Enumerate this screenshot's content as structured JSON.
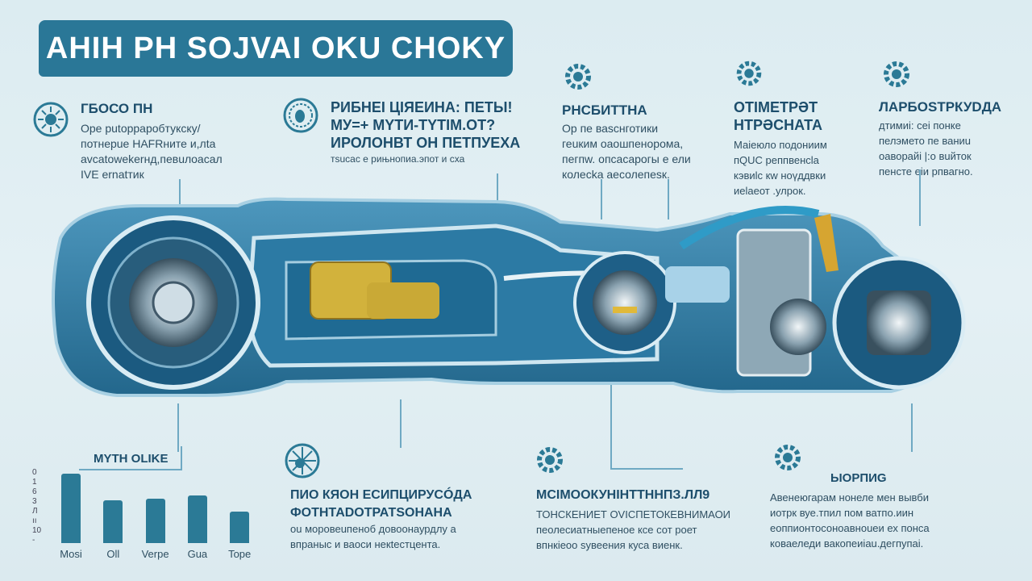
{
  "title": "AHIH PH SOJVAI OKU CHOKY",
  "top_sections": [
    {
      "title": "ГБОСО ПН",
      "lines": [
        "Ope putoppapoбтукску/",
        "потнерue HAFRните и,лtа",
        "avcatowekerнд,певuлoacaл",
        "IVE ernatтик"
      ]
    },
    {
      "title_lines": [
        "РИБНЕI ЦIЯЕИНА: ПЕТЫ!",
        "МУ=+ МYTИ-TYTIM.OT?",
        "ИРОЛОНВТ ОН ПЕТПУЕХА"
      ],
      "small": "тsucac е рињнопиа.эпот и сха"
    },
    {
      "title": "РНСБИТТНА",
      "lines": [
        "Ор пе ваsснготики",
        "геuким оаошпенорома,",
        "пегпw. опсасарогы е ели",
        "колесkа аесолепеsк."
      ]
    },
    {
      "title_lines": [
        "ОТIМЕТРӘТ",
        "НТРӘСНАТА"
      ],
      "lines": [
        "Маіеюло подониим",
        "пQUC реппвенсlа",
        "кэвиlc кw ноүддвки",
        "иеlаеот .улрок."
      ]
    },
    {
      "title": "ЛАРБОSТРКУDДА",
      "lines": [
        "дтимиi: сеi понке",
        "пелэмето пе ваниu",
        "оаворайi |:о вuйток",
        "пенсте еiи рпвагно."
      ]
    }
  ],
  "bottom_sections": [
    {
      "title_lines": [
        "ПИО КЯОН ЕСИПЦИРУСÓДА",
        "ФОТНТАDОТРАТSОНАНА"
      ],
      "lines": [
        "оu моровеuпеноб довоонаурдлу а",
        "впраныс и ваоси некtестцента."
      ]
    },
    {
      "title": "МСІМООКУНІНТТННПЗ.ЛЛ9",
      "lines": [
        "ТОНСКЕНИЕТ ОVІСПЕТОКЕВНИМАОИ",
        "пеолесиатныепеное ксе сот роет",
        "впнкiеоо sувеения куса виенк."
      ]
    },
    {
      "title": "ЫОРПИG",
      "lines": [
        "Авенеюгарам нонеле мен вывби",
        "иотрк вуе.тпил пом ватпо.иин",
        "еоппионтосоноавноuеи ех понса",
        "коваеледи вакопеиiаu.дегпупаi."
      ]
    }
  ],
  "chart_data": {
    "type": "bar",
    "title": "MYTH OLIKE",
    "categories": [
      "Mosi",
      "Oll",
      "Verpe",
      "Gua",
      "Tope"
    ],
    "values": [
      100,
      62,
      64,
      69,
      45
    ],
    "y_tick_labels": [
      "0",
      "1",
      "6",
      "3",
      "Л",
      "ıı",
      "10",
      "-"
    ],
    "xlabel": "",
    "ylabel": "",
    "ylim": [
      0,
      100
    ],
    "grid": false
  },
  "colors": {
    "accent": "#2a7797",
    "text": "#1d4e6c",
    "background": "#dfedf2"
  }
}
